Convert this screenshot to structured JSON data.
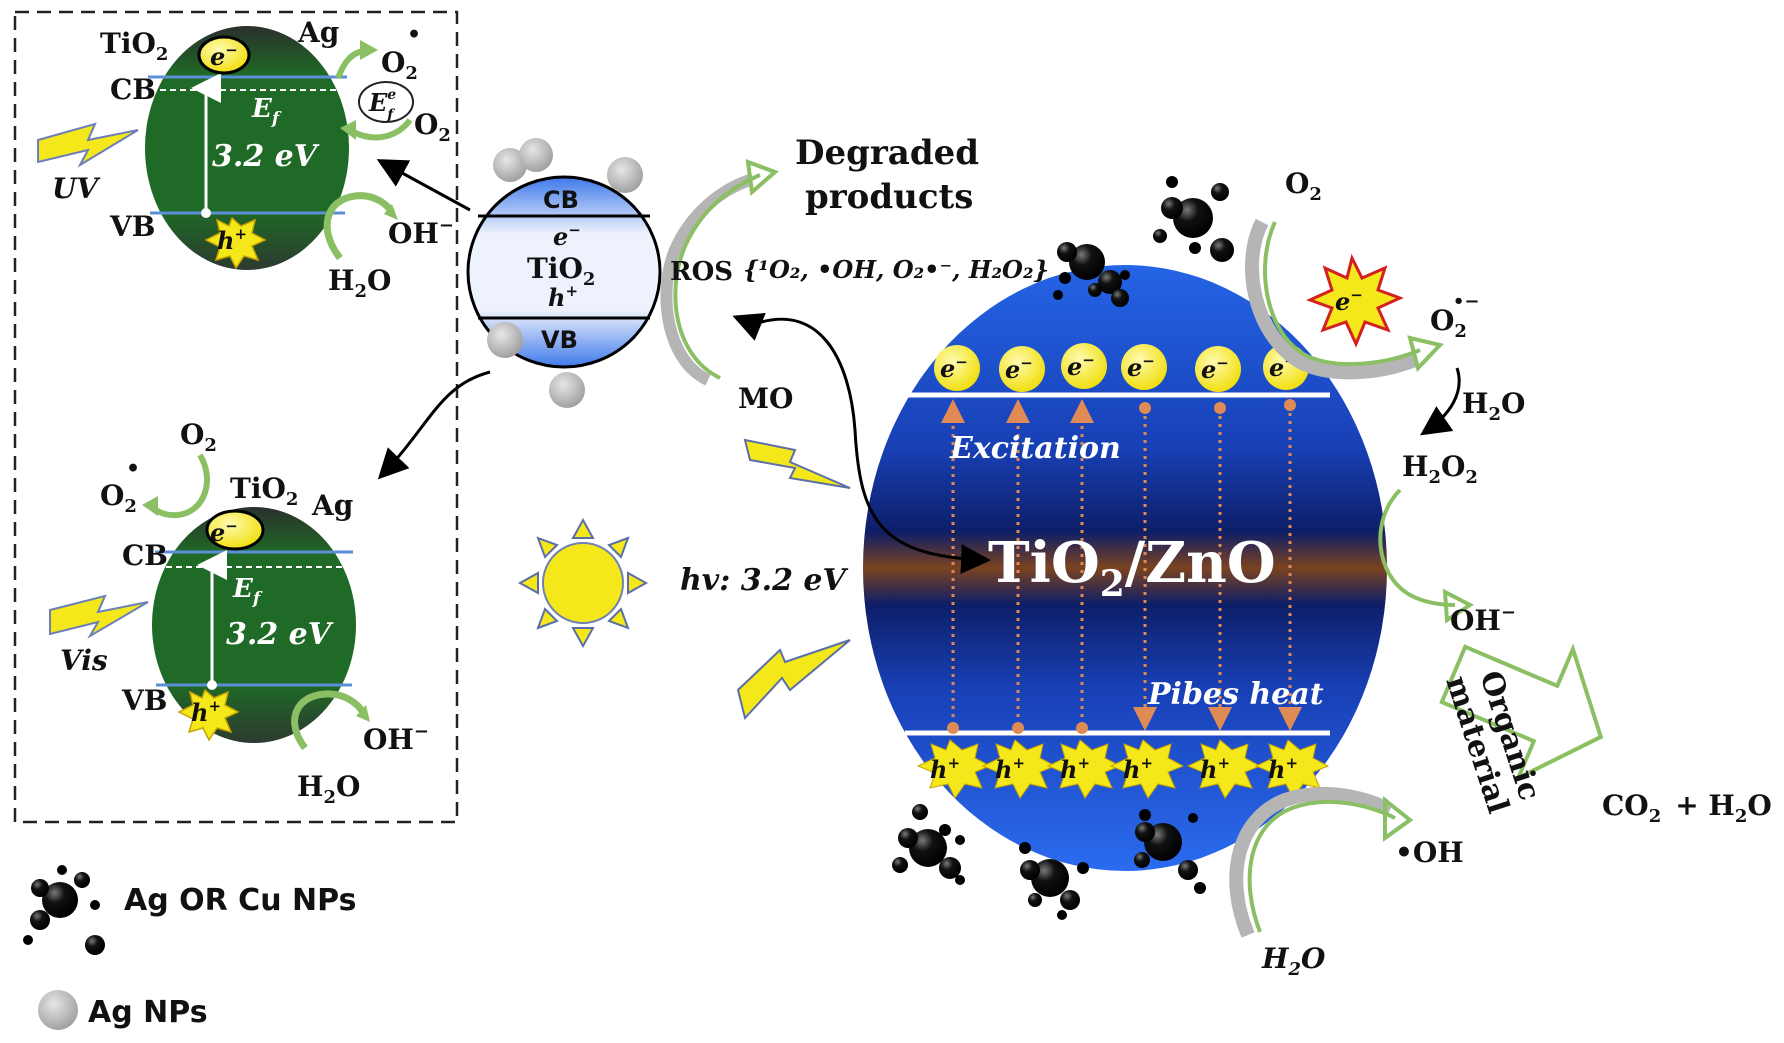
{
  "inset_uv": {
    "tio2": "TiO",
    "tio2_sub": "2",
    "ag": "Ag",
    "cb": "CB",
    "vb": "VB",
    "ef": "E",
    "ef_sub": "f",
    "gap": "3.2 eV",
    "electron": "e",
    "electron_sup": "−",
    "hole": "h",
    "hole_sup": "+",
    "light": "UV",
    "o2_radical": "O",
    "o2_radical_sub": "2",
    "o2_radical_dot": "•",
    "efe": "E",
    "efe_sup": "e",
    "efe_sub": "f",
    "o2": "O",
    "o2_sub": "2",
    "oh": "OH",
    "oh_sup": "−",
    "h2o": "H",
    "h2o_sub": "2",
    "h2o_o": "O"
  },
  "inset_vis": {
    "o2": "O",
    "o2_sub": "2",
    "o2_radical": "O",
    "o2_radical_sub": "2",
    "o2_radical_dot": "•",
    "tio2": "TiO",
    "tio2_sub": "2",
    "ag": "Ag",
    "cb": "CB",
    "vb": "VB",
    "ef": "E",
    "ef_sub": "f",
    "gap": "3.2 eV",
    "electron": "e",
    "electron_sup": "−",
    "hole": "h",
    "hole_sup": "+",
    "light": "Vis",
    "oh": "OH",
    "oh_sup": "−",
    "h2o": "H",
    "h2o_sub": "2",
    "h2o_o": "O"
  },
  "center_particle": {
    "cb": "CB",
    "electron": "e",
    "electron_sup": "−",
    "tio2": "TiO",
    "tio2_sub": "2",
    "hole": "h",
    "hole_sup": "+",
    "vb": "VB"
  },
  "labels": {
    "degraded_1": "Degraded",
    "degraded_2": "products",
    "ros": "ROS",
    "ros_species": "{¹O₂, •OH, O₂•⁻, H₂O₂}",
    "mo": "MO",
    "hv": "hv",
    "hv_value": ": 3.2 eV"
  },
  "main_particle": {
    "title": "TiO",
    "title_sub": "2",
    "title_rest": "/ZnO",
    "excitation": "Excitation",
    "pibes_heat": "Pibes heat",
    "electron": "e",
    "electron_sup": "−",
    "hole": "h",
    "hole_sup": "+"
  },
  "right_side": {
    "o2": "O",
    "o2_sub": "2",
    "o2_radical": "O",
    "o2_radical_sub": "2",
    "o2_radical_sup": "•−",
    "h2o": "H",
    "h2o_sub": "2",
    "h2o_o": "O",
    "h2o2": "H",
    "h2o2_sub": "2",
    "h2o2_o": "O",
    "h2o2_sub2": "2",
    "oh_minus": "OH",
    "oh_minus_sup": "−",
    "organic_1": "Organic",
    "organic_2": "material",
    "co2": "CO",
    "co2_sub": "2",
    "plus_h2o": "+ H",
    "plus_h2o_sub": "2",
    "plus_h2o_o": "O",
    "oh_radical": "•OH",
    "bottom_h2o": "H",
    "bottom_h2o_sub": "2",
    "bottom_h2o_o": "O"
  },
  "legend": {
    "agcu": "Ag OR Cu NPs",
    "ag": "Ag NPs"
  },
  "colors": {
    "green_particle": "#1d5a23",
    "blue_particle": "#1f4fd8",
    "arrow_green": "#8bbf63",
    "electron_yellow": "#f5e81a",
    "band_line": "#5b8fd6"
  }
}
